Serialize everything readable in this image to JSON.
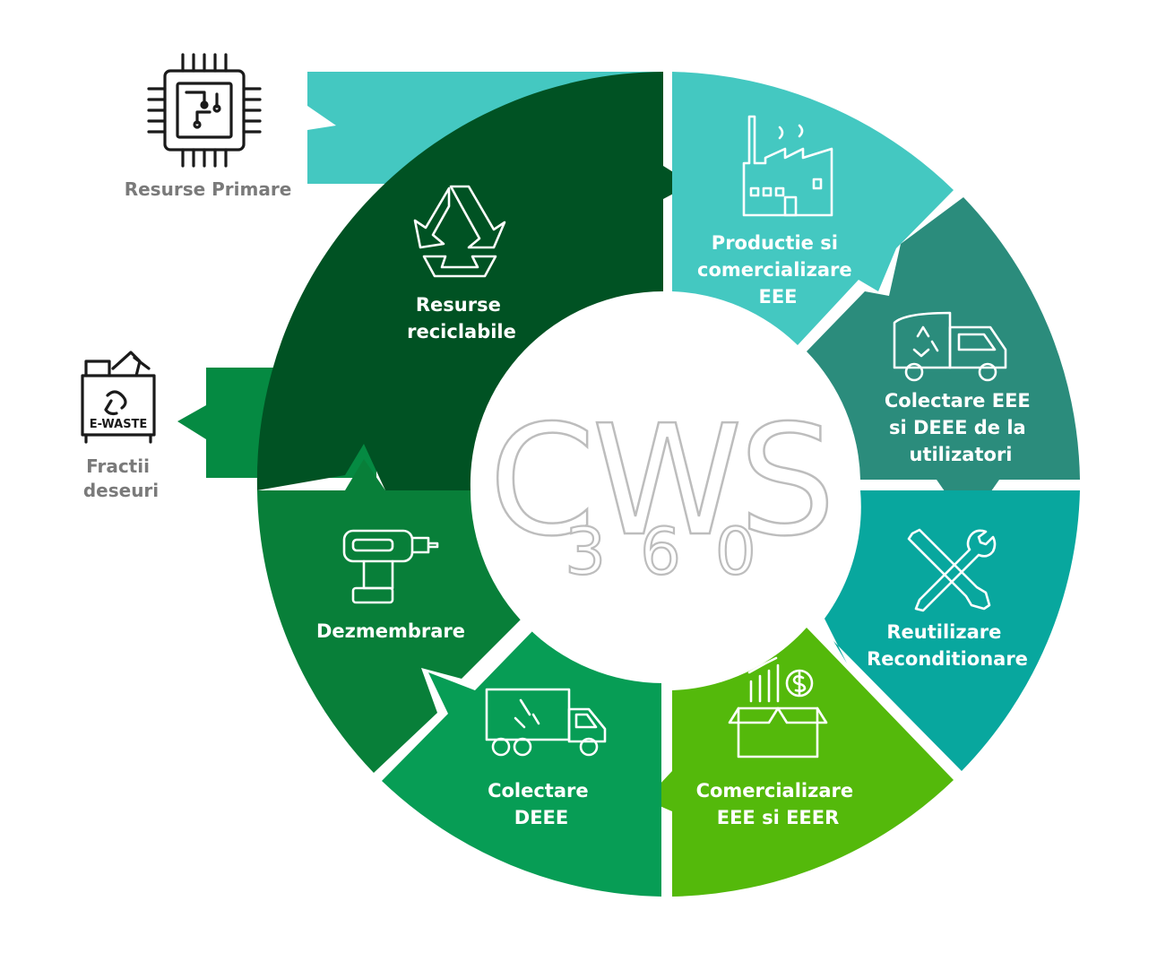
{
  "colors": {
    "resurse_reciclabile": "#005223",
    "productie": "#44c8c1",
    "colectare_utilizatori": "#2b8c7c",
    "reutilizare": "#08a79e",
    "comercializare": "#54b90b",
    "colectare_deee": "#079d55",
    "dezmembrare": "#087f39",
    "resurse_primare_tab": "#44c8c1",
    "fractii_tab": "#058a42"
  },
  "center_logo": {
    "main": "CWS",
    "sub": "360"
  },
  "segments": {
    "resurse_reciclabile": {
      "lines": [
        "Resurse",
        "reciclabile"
      ],
      "icon": "recycle-icon"
    },
    "productie": {
      "lines": [
        "Productie si",
        "comercializare",
        "EEE"
      ],
      "icon": "factory-icon"
    },
    "colectare_utilizatori": {
      "lines": [
        "Colectare EEE",
        "si DEEE de la",
        "utilizatori"
      ],
      "icon": "garbage-truck-icon"
    },
    "reutilizare": {
      "lines": [
        "Reutilizare",
        "Reconditionare"
      ],
      "icon": "tools-icon"
    },
    "comercializare": {
      "lines": [
        "Comercializare",
        "EEE si EEER"
      ],
      "icon": "box-growth-icon"
    },
    "colectare_deee": {
      "lines": [
        "Colectare",
        "DEEE"
      ],
      "icon": "recycling-truck-icon"
    },
    "dezmembrare": {
      "lines": [
        "Dezmembrare"
      ],
      "icon": "drill-icon"
    }
  },
  "side": {
    "resurse_primare": {
      "label": "Resurse Primare",
      "icon": "chip-icon"
    },
    "fractii_deseuri": {
      "lines": [
        "Fractii",
        "deseuri"
      ],
      "icon": "e-waste-bin-icon",
      "bin_text": "E-WASTE"
    }
  }
}
